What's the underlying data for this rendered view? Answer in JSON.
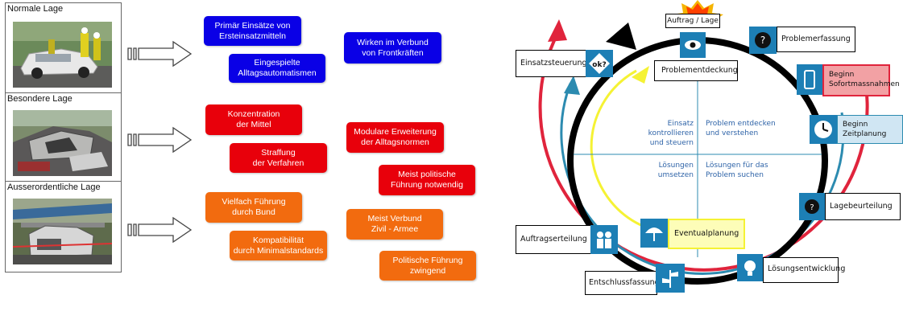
{
  "left": {
    "sections": [
      {
        "title": "Normale Lage"
      },
      {
        "title": "Besondere Lage"
      },
      {
        "title": "Ausserordentliche Lage"
      }
    ]
  },
  "middle": {
    "normal": [
      "Primär Einsätze von\nErsteinsatzmitteln",
      "Eingespielte\nAlltagsautomatismen",
      "Wirken im Verbund\nvon Frontkräften"
    ],
    "besondere": [
      "Konzentration\nder Mittel",
      "Straffung\nder Verfahren",
      "Modulare Erweiterung\nder Alltagsnormen",
      "Meist politische\nFührung notwendig"
    ],
    "ausser": [
      "Vielfach Führung\ndurch Bund",
      "Kompatibilität\ndurch Minimalstandards",
      "Meist Verbund\nZivil - Armee",
      "Politische Führung\nzwingend"
    ]
  },
  "cycle": {
    "top_label": "Auftrag / Lage",
    "problemdeckung": "Problementdeckung",
    "problemerfassung": "Problemerfassung",
    "sofort": "Beginn\nSofortmassnahmen",
    "zeitplanung": "Beginn\nZeitplanung",
    "lagebeurteilung": "Lagebeurteilung",
    "loesungsentwicklung": "Lösungsentwicklung",
    "eventualplanung": "Eventualplanung",
    "entschlussfassung": "Entschlussfassung",
    "auftragserteilung": "Auftragserteilung",
    "einsatzsteuerung": "Einsatzsteuerung",
    "ok_icon_text": "ok?",
    "quadrants": {
      "top_left": "Einsatz kontrollieren\nund steuern",
      "top_right": "Problem entdecken\nund verstehen",
      "bottom_left": "Lösungen\numsetzen",
      "bottom_right": "Lösungen für das\nProblem suchen"
    },
    "colors": {
      "outer_arc": "#e0243c",
      "blue_arc": "#2c8bb0",
      "yellow_arc": "#f5f234",
      "main_ring": "#000000",
      "icon_bg": "#1d7fb5",
      "sofort_fill": "#f2a1a4"
    }
  }
}
